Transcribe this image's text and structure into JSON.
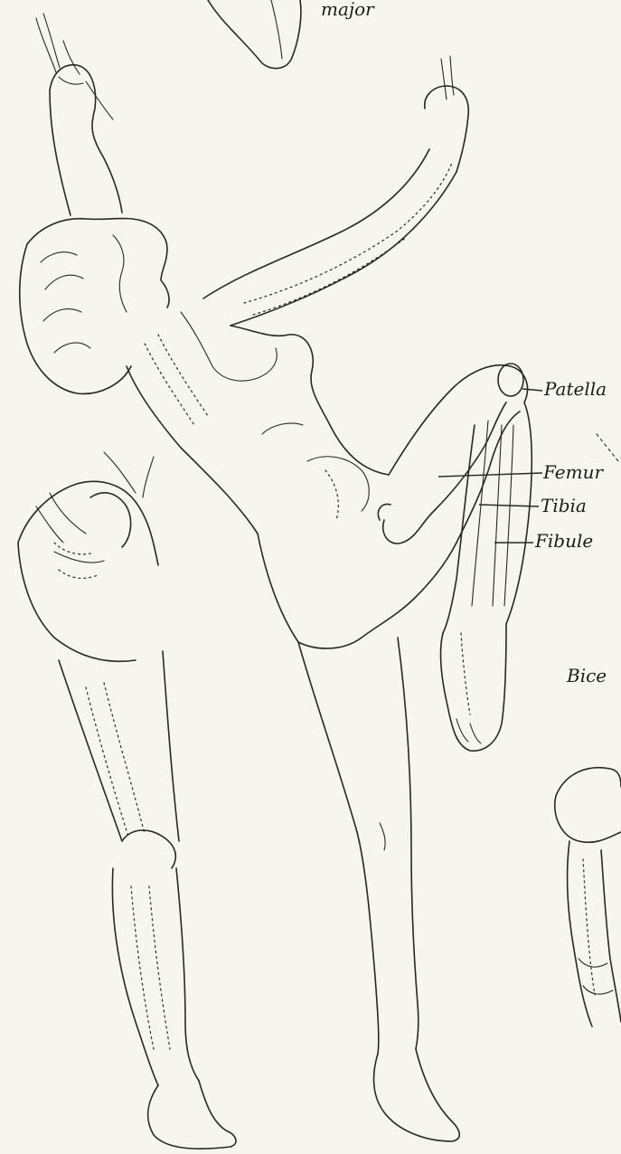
{
  "labels": {
    "major": "major",
    "patella": "Patella",
    "femur": "Femur",
    "tibia": "Tibia",
    "fibula": "Fibule",
    "biceps": "Bice"
  },
  "colors": {
    "paper": "#f7f5ef",
    "ink": "#2b2722"
  }
}
